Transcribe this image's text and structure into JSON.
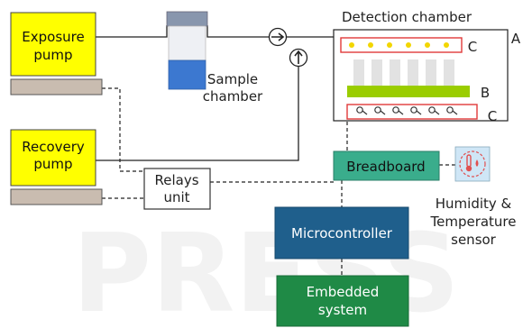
{
  "labels": {
    "exposure_pump": [
      "Exposure",
      "pump"
    ],
    "recovery_pump": [
      "Recovery",
      "pump"
    ],
    "sample_chamber": [
      "Sample",
      "chamber"
    ],
    "detection_chamber": "Detection chamber",
    "relays_unit": [
      "Relays",
      "unit"
    ],
    "breadboard": "Breadboard",
    "microcontroller": "Microcontroller",
    "embedded_system": [
      "Embedded",
      "system"
    ],
    "sensor": [
      "Humidity &",
      "Temperature",
      "sensor"
    ],
    "marker_a": "A",
    "marker_b": "B",
    "marker_c_top": "C",
    "marker_c_bottom": "C",
    "watermark": "PRESS"
  },
  "colors": {
    "pump_fill": "#ffff00",
    "pump_base": "#c9bcb0",
    "breadboard_fill": "#3aad8c",
    "microcontroller_fill": "#1f5f8c",
    "embedded_fill": "#1f8a46",
    "sensor_accent": "#e05050",
    "sample_liquid": "#3c78d0",
    "sensor_plate": "#9acd00",
    "led_dot": "#f2d600",
    "outline_red": "#e03a3a"
  },
  "icons": {
    "valve_right": "arrow-right-circle-icon",
    "valve_up": "arrow-up-circle-icon",
    "sensor_icon": "thermometer-droplet-icon",
    "heater_coils": "heater-coil-icon"
  }
}
